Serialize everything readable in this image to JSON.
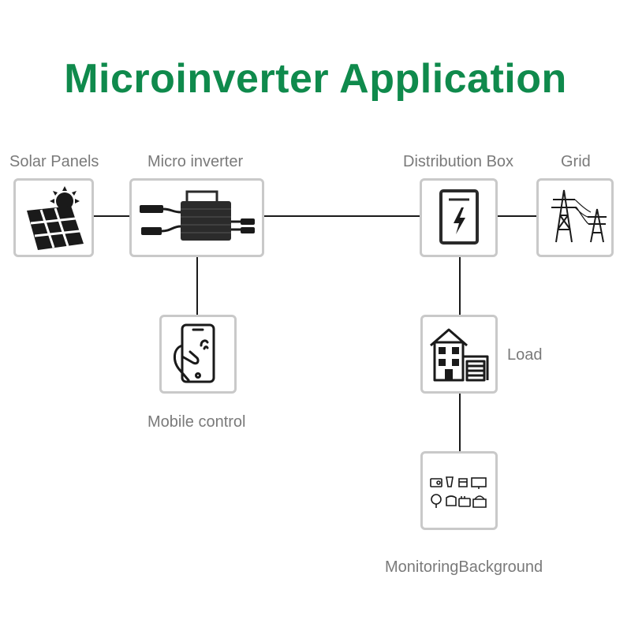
{
  "title": "Microinverter Application",
  "nodes": {
    "solar": {
      "label": "Solar Panels",
      "icon": "solar-panel-icon"
    },
    "micro": {
      "label": "Micro inverter",
      "icon": "microinverter-icon"
    },
    "dist": {
      "label": "Distribution Box",
      "icon": "distribution-box-icon"
    },
    "grid": {
      "label": "Grid",
      "icon": "power-tower-icon"
    },
    "mobile": {
      "label": "Mobile control",
      "icon": "smartphone-touch-icon"
    },
    "load": {
      "label": "Load",
      "icon": "house-icon"
    },
    "monitor": {
      "label": "MonitoringBackground",
      "icon": "appliances-icon"
    }
  },
  "colors": {
    "title": "#0f8a4c",
    "label": "#7a7a7a",
    "border": "#c9c9c9",
    "line": "#1a1a1a"
  }
}
